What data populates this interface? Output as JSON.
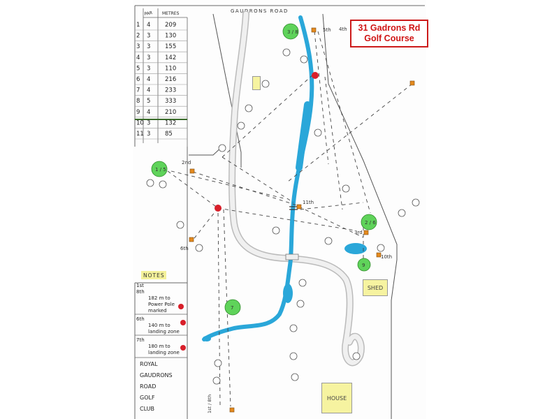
{
  "title": {
    "line1": "31 Gadrons Rd",
    "line2": "Golf Course"
  },
  "road_label": "GAUDRONS   ROAD",
  "scorecard": {
    "headers": [
      "PAR",
      "METRES"
    ],
    "rows": [
      {
        "hole": "1",
        "par": "4",
        "metres": "209"
      },
      {
        "hole": "2",
        "par": "3",
        "metres": "130"
      },
      {
        "hole": "3",
        "par": "3",
        "metres": "155"
      },
      {
        "hole": "4",
        "par": "3",
        "metres": "142"
      },
      {
        "hole": "5",
        "par": "3",
        "metres": "110"
      },
      {
        "hole": "6",
        "par": "4",
        "metres": "216"
      },
      {
        "hole": "7",
        "par": "4",
        "metres": "233"
      },
      {
        "hole": "8",
        "par": "5",
        "metres": "333"
      },
      {
        "hole": "9",
        "par": "4",
        "metres": "210"
      },
      {
        "hole": "10",
        "par": "3",
        "metres": "132"
      },
      {
        "hole": "11",
        "par": "3",
        "metres": "85"
      }
    ]
  },
  "notes": {
    "heading": "NOTES",
    "items": [
      {
        "lines": [
          "1st",
          "8th",
          "182 m to",
          "Power Pole",
          "marked"
        ]
      },
      {
        "lines": [
          "6th",
          "140 m to",
          "landing zone"
        ]
      },
      {
        "lines": [
          "7th",
          "180 m to",
          "landing zone"
        ]
      }
    ]
  },
  "club_name": [
    "ROYAL",
    "GAUDRONS",
    "ROAD",
    "GOLF",
    "CLUB"
  ],
  "greens": [
    {
      "label": "3 / 8"
    },
    {
      "label": "1 / 5"
    },
    {
      "label": "2 / 6"
    },
    {
      "label": "9"
    },
    {
      "label": "7"
    }
  ],
  "tee_labels": [
    "5th",
    "4th",
    "2nd",
    "3rd",
    "6th",
    "10th",
    "11th",
    "1st / 8th"
  ],
  "buildings": {
    "shed": "SHED",
    "house": "HOUSE"
  },
  "colors": {
    "water": "#2aa7d9",
    "green": "#5fd35a",
    "marker": "#d81f2a",
    "tee": "#e48a1e",
    "building": "#f6f3a0",
    "title_red": "#d01515"
  }
}
